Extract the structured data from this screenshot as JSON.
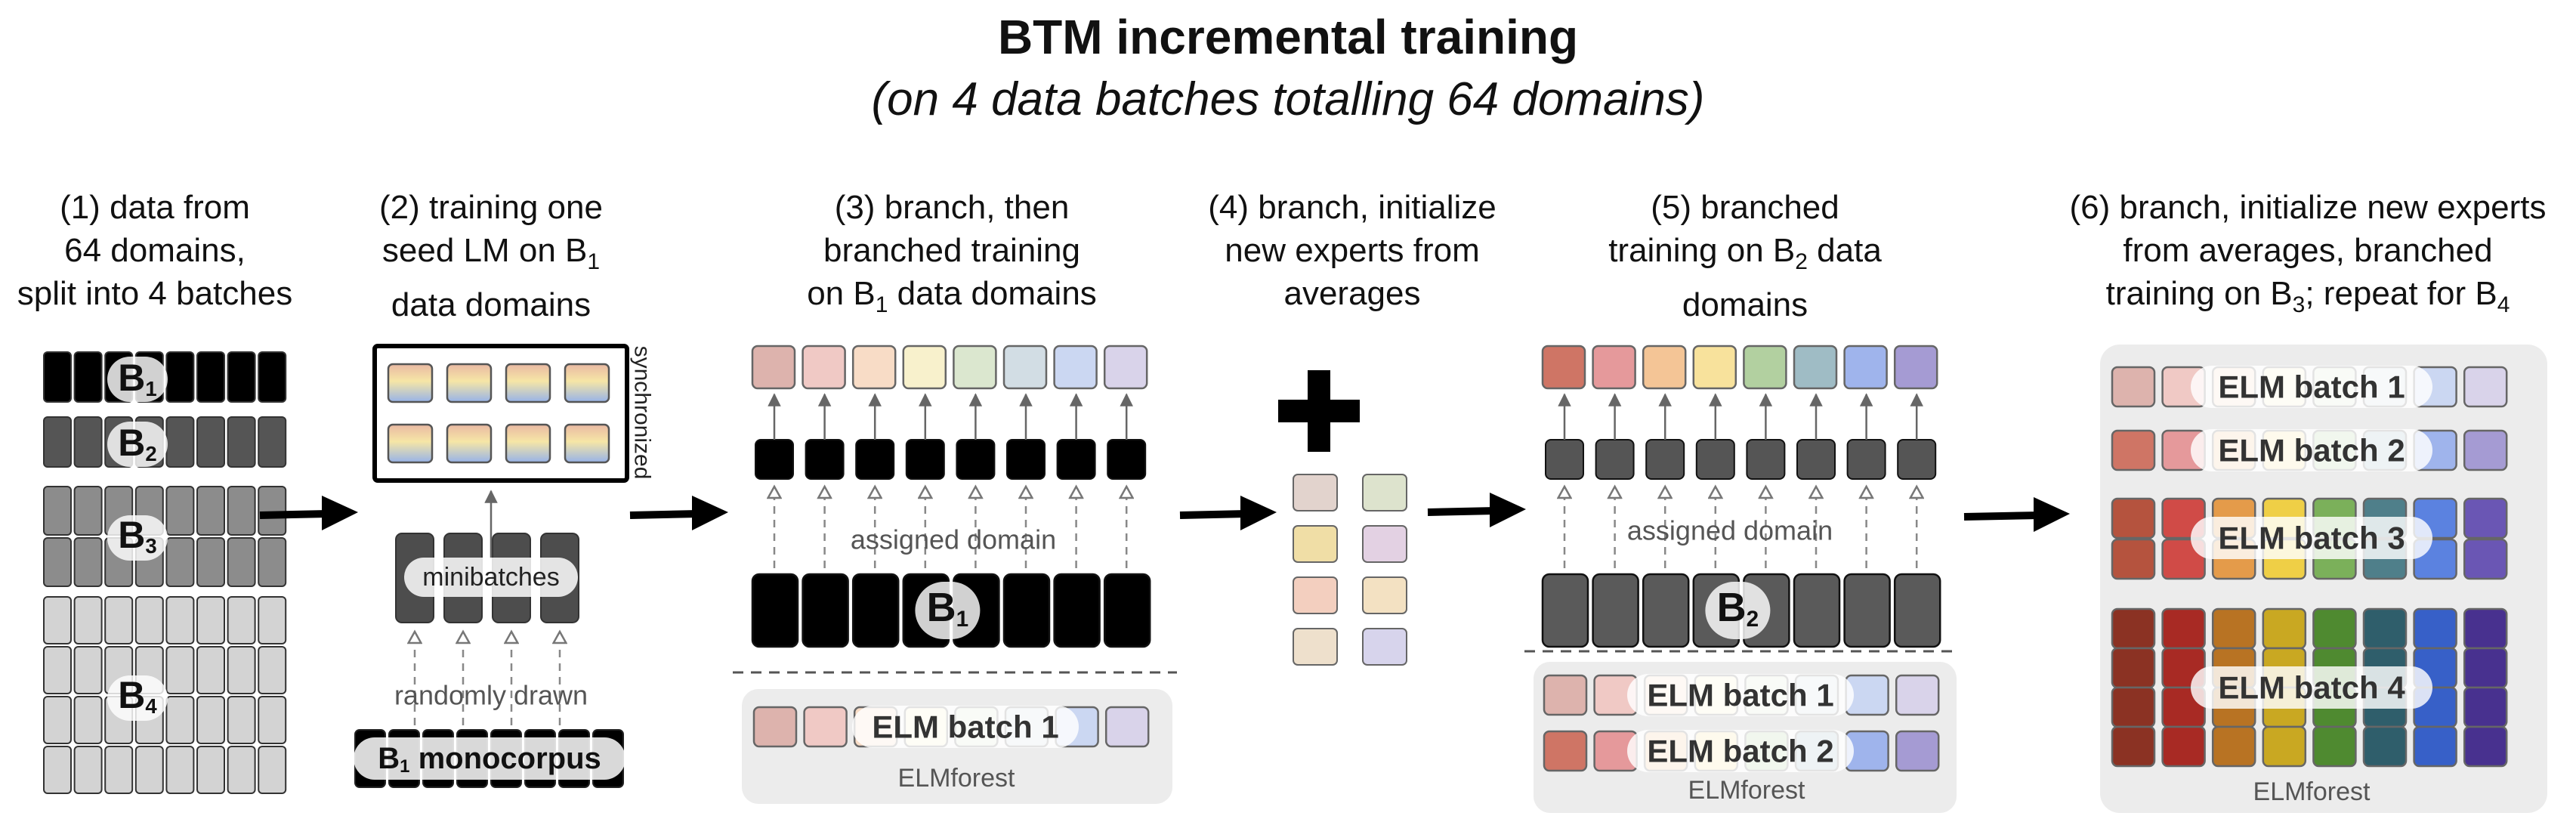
{
  "title": "BTM incremental training",
  "subtitle": "(on 4 data batches totalling 64 domains)",
  "steps": [
    {
      "lines": [
        "(1) data from",
        "64 domains,",
        "split into 4 batches"
      ]
    },
    {
      "lines": [
        "(2) training one",
        "seed LM on B",
        "data domains"
      ],
      "sub": "1"
    },
    {
      "lines": [
        "(3) branch, then",
        "branched training",
        "on B",
        "data domains"
      ],
      "sub": "1"
    },
    {
      "lines": [
        "(4) branch, initialize",
        "new experts from",
        "averages"
      ]
    },
    {
      "lines": [
        "(5) branched",
        "training on B",
        "data",
        "domains"
      ],
      "sub": "2"
    },
    {
      "lines": [
        "(6) branch, initialize new experts",
        "from averages, branched",
        "training on B",
        "; repeat for B"
      ],
      "sub": "3",
      "sub2": "4"
    }
  ],
  "labels": {
    "b1": "B",
    "b1_sub": "1",
    "b2": "B",
    "b2_sub": "2",
    "b3": "B",
    "b3_sub": "3",
    "b4": "B",
    "b4_sub": "4",
    "synchronized": "synchronized",
    "minibatches": "minibatches",
    "randomly_drawn": "randomly drawn",
    "monocorpus": " monocorpus",
    "assigned_domain": "assigned domain",
    "elm_batch_1": "ELM batch 1",
    "elm_batch_2": "ELM batch 2",
    "elm_batch_3": "ELM batch 3",
    "elm_batch_4": "ELM batch 4",
    "elmforest": "ELMforest"
  },
  "colors": {
    "black": "#000000",
    "dark_gray": "#555555",
    "mid_gray": "#8c8c8c",
    "light_gray": "#d3d3d3",
    "pastel": [
      "#ddb3ad",
      "#f0c9c5",
      "#f8dcc6",
      "#f8f1cc",
      "#dbe7cf",
      "#d2dde4",
      "#cbd7f2",
      "#d9d3ea"
    ],
    "medium": [
      "#cf7565",
      "#e5999b",
      "#f4c596",
      "#f8e29c",
      "#b2d0a0",
      "#9fbcc5",
      "#9fb4ec",
      "#a59bd3"
    ],
    "saturated": [
      "#b5533e",
      "#d04b47",
      "#e49b4a",
      "#efcf46",
      "#7bb05a",
      "#4f7f8a",
      "#5b82e0",
      "#6a56b4"
    ],
    "deep": [
      "#8b3223",
      "#a82a24",
      "#b87323",
      "#c9a822",
      "#4f8a30",
      "#2f5e6b",
      "#3760c8",
      "#48318f"
    ]
  }
}
